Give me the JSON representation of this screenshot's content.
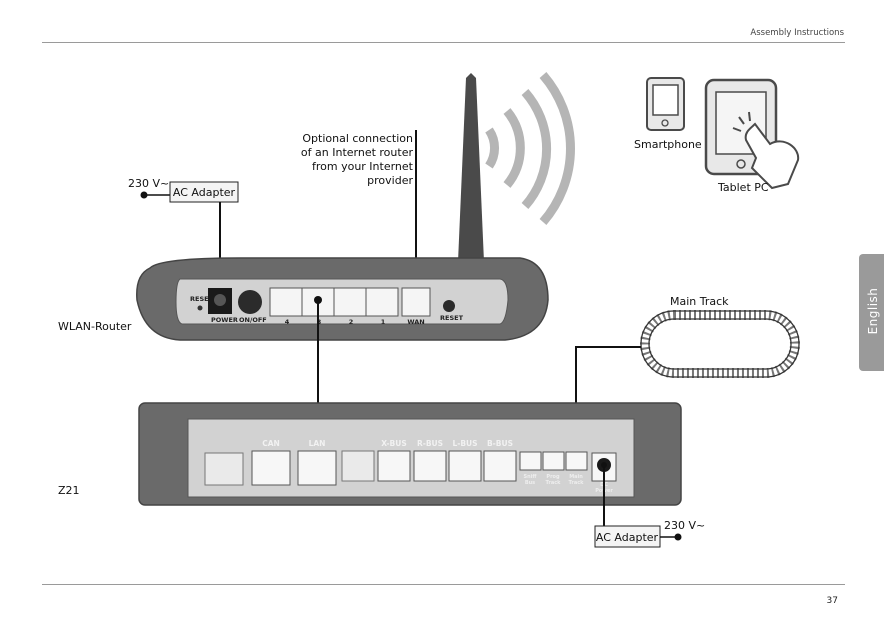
{
  "header": {
    "title": "Assembly Instructions"
  },
  "footer": {
    "page_number": "37"
  },
  "side_tab": {
    "label": "English"
  },
  "labels": {
    "wlan_router": "WLAN-Router",
    "z21": "Z21",
    "smartphone": "Smartphone",
    "tablet": "Tablet PC",
    "main_track": "Main Track",
    "internet_note_lines": [
      "Optional connection",
      "of an Internet router",
      "from your Internet",
      "provider"
    ],
    "ac_adapter_top": "AC Adapter",
    "voltage_top": "230 V~",
    "ac_adapter_bottom": "AC Adapter",
    "voltage_bottom": "230 V~"
  },
  "router": {
    "reset_left": "RESET",
    "power": "POWER",
    "on_off": "ON/OFF",
    "ports": [
      "4",
      "3",
      "2",
      "1"
    ],
    "wan": "WAN",
    "reset_right": "RESET"
  },
  "z21_panel": {
    "can": "CAN",
    "lan": "LAN",
    "xbus": "X-BUS",
    "rbus": "R-BUS",
    "lbus": "L-BUS",
    "bbus": "B-BUS",
    "small_ports": [
      {
        "line1": "Sniff",
        "line2": "Bus"
      },
      {
        "line1": "Prog",
        "line2": "Track"
      },
      {
        "line1": "Main",
        "line2": "Track"
      }
    ],
    "power_line1": "DC",
    "power_line2": "Power"
  }
}
